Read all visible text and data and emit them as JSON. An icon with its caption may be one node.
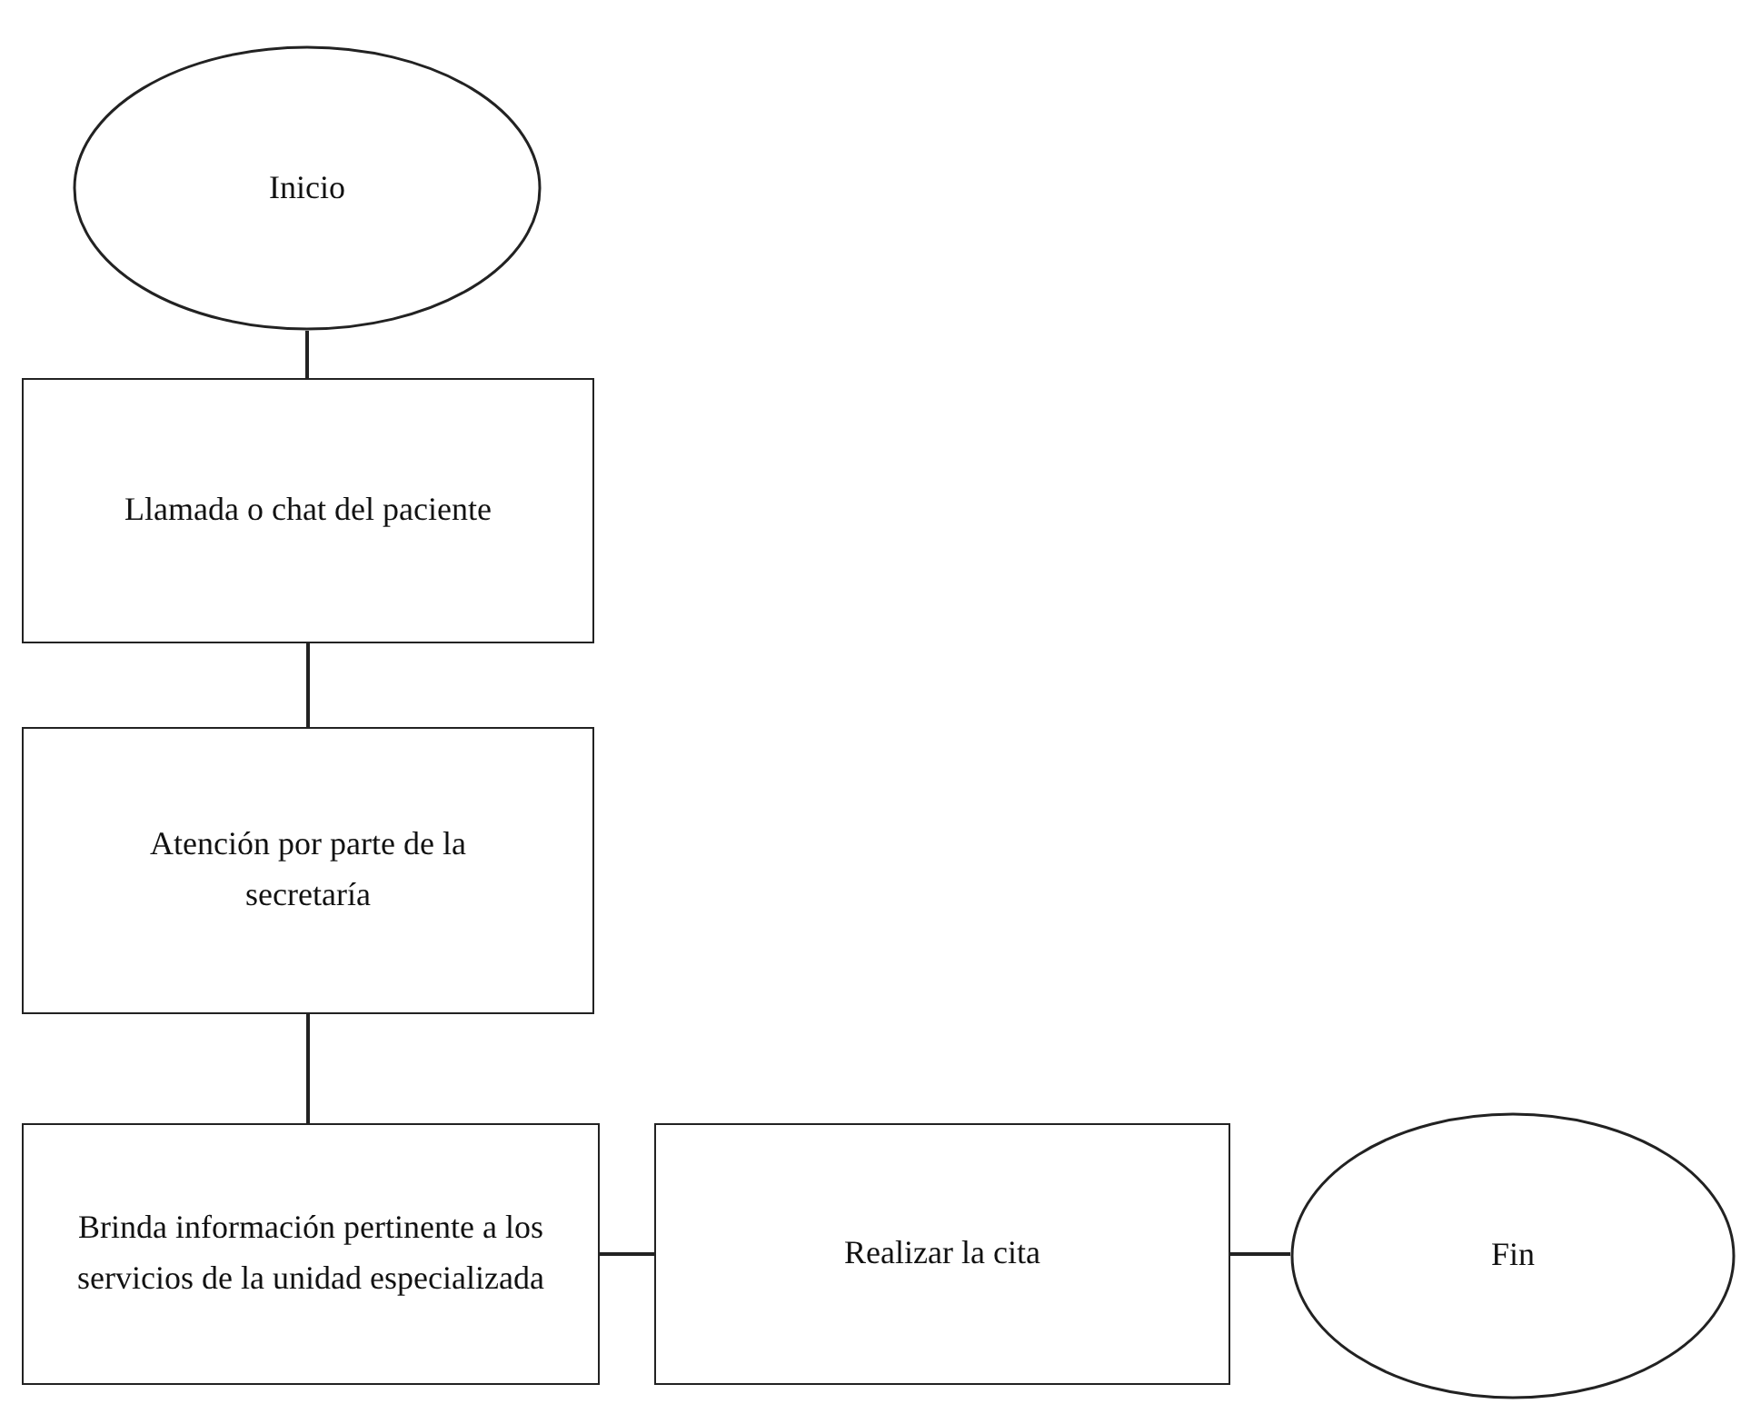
{
  "diagram": {
    "nodes": [
      {
        "text": [
          "Inicio"
        ]
      },
      {
        "text": [
          "Llamada o chat del paciente"
        ]
      },
      {
        "text": [
          "Atención por parte de la secretaría"
        ]
      },
      {
        "text": [
          "Brinda información pertinente a los servicios de la unidad especializada"
        ]
      },
      {
        "text": [
          "Realizar la cita"
        ]
      },
      {
        "text": [
          "Fin"
        ]
      }
    ],
    "edges": [
      {
        "from": 0,
        "to": 1,
        "arrow": "none"
      },
      {
        "from": 1,
        "to": 2,
        "arrow": "none"
      },
      {
        "from": 2,
        "to": 3,
        "arrow": "none"
      },
      {
        "from": 3,
        "to": 4,
        "arrow": "none"
      },
      {
        "from": 4,
        "to": 5,
        "arrow": "none"
      }
    ]
  }
}
